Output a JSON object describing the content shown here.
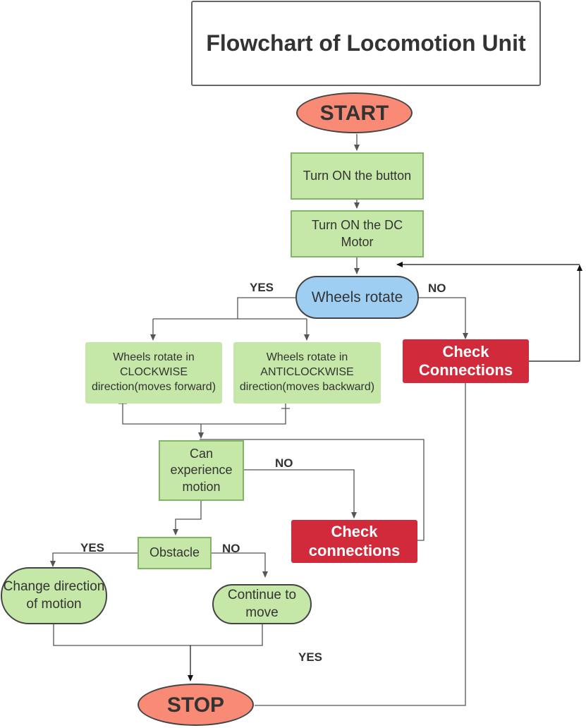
{
  "title": "Flowchart of Locomotion Unit",
  "nodes": {
    "start": "START",
    "turn_on_button": "Turn ON the button",
    "turn_on_motor": "Turn ON the DC Motor",
    "wheels_rotate": "Wheels rotate",
    "check_connections_top": "Check Connections",
    "clockwise": "Wheels rotate in CLOCKWISE direction(moves forward)",
    "anticlockwise": "Wheels rotate in ANTICLOCKWISE direction(moves backward)",
    "can_experience_motion": "Can experience motion",
    "check_connections_mid": "Check connections",
    "obstacle": "Obstacle",
    "change_direction": "Change direction of motion",
    "continue_to_move": "Continue to move",
    "stop": "STOP"
  },
  "edge_labels": {
    "wheels_yes": "YES",
    "wheels_no": "NO",
    "motion_no": "NO",
    "obstacle_yes": "YES",
    "obstacle_no": "NO",
    "bottom_yes": "YES"
  },
  "colors": {
    "terminal": "#f88a76",
    "process": "#c5e8a8",
    "decision_blue": "#9ecff3",
    "error": "#d12a3a",
    "connector": "#555555"
  }
}
